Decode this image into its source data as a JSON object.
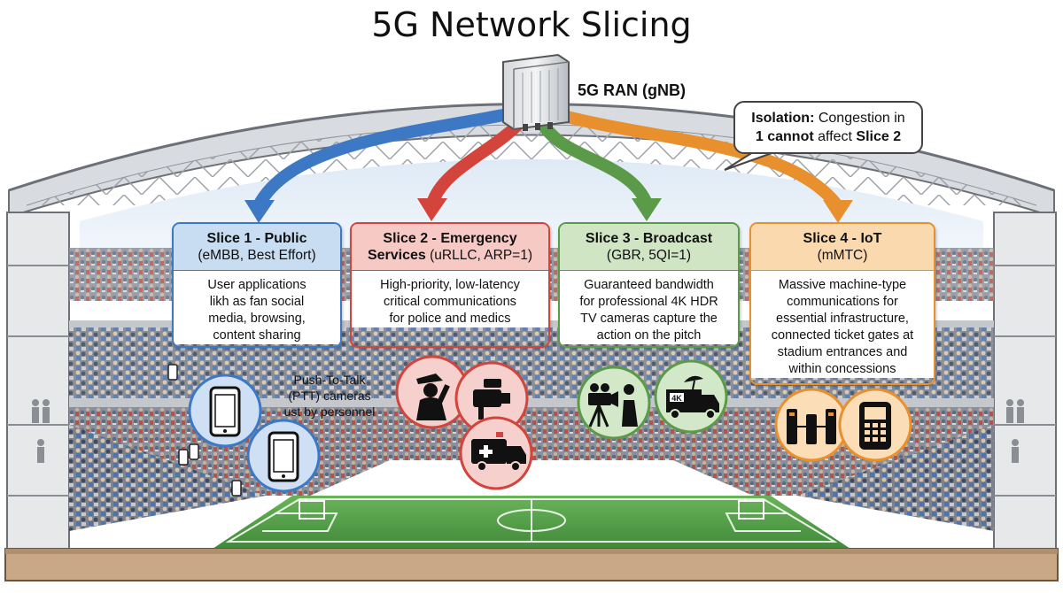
{
  "title": "5G Network Slicing",
  "ran": {
    "label": "5G RAN (gNB)"
  },
  "callout": {
    "lead": "Isolation:",
    "text1": " Congestion in",
    "text2_bold1": "1 cannot",
    "text2": " affect ",
    "text2_bold2": "Slice 2"
  },
  "colors": {
    "slice1": "#3d78c4",
    "slice1_head": "#c8dcf2",
    "slice2": "#d2443c",
    "slice2_head": "#f7c9c5",
    "slice3": "#5a9a48",
    "slice3_head": "#cfe5c4",
    "slice4": "#e8902e",
    "slice4_head": "#fbd9ae"
  },
  "slices": [
    {
      "title": "Slice 1 - Public",
      "sub": "(eMBB, Best Effort)",
      "body": [
        "User applications",
        "likh as fan social",
        "media, browsing,",
        "content sharing"
      ]
    },
    {
      "title": "Slice 2 - Emergency",
      "sub_bold": "Services",
      "sub": " (uRLLC, ARP=1)",
      "body": [
        "High-priority, low-latency",
        "critical communications",
        "for police and medics"
      ]
    },
    {
      "title": "Slice 3 - Broadcast",
      "sub": "(GBR, 5QI=1)",
      "body": [
        "Guaranteed bandwidth",
        "for professional 4K HDR",
        "TV cameras capture the",
        "action on the pitch"
      ]
    },
    {
      "title": "Slice 4 - IoT",
      "sub": "(mMTC)",
      "body": [
        "Massive machine-type",
        "communications for",
        "essential infrastructure,",
        "connected ticket gates at",
        "stadium entrances and",
        "within concessions"
      ]
    }
  ],
  "ptt_note": [
    "Push-To-Talk",
    "(PTT) cameras",
    "ust by personnel"
  ],
  "icons": {
    "phone": "smartphone-icon",
    "police": "police-officer-icon",
    "camera": "bodycam-icon",
    "ambulance": "ambulance-icon",
    "tvcam": "tv-camera-icon",
    "van": "broadcast-van-icon",
    "gate": "ticket-gate-icon",
    "pos": "payment-terminal-icon",
    "van_badge": "4K"
  }
}
